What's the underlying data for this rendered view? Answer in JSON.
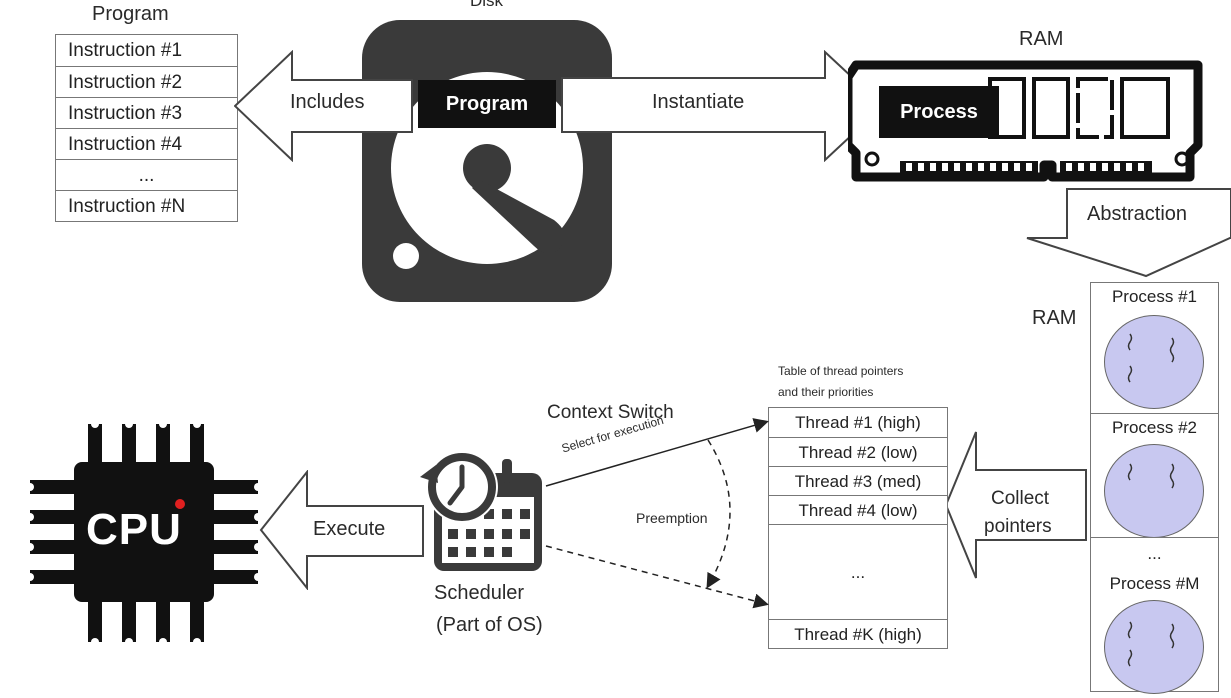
{
  "program_table": {
    "title": "Program",
    "rows": [
      "Instruction #1",
      "Instruction #2",
      "Instruction #3",
      "Instruction #4",
      "...",
      "Instruction #N"
    ]
  },
  "disk": {
    "title": "Disk",
    "program_label": "Program"
  },
  "arrows": {
    "includes": "Includes",
    "instantiate": "Instantiate",
    "abstraction": "Abstraction",
    "collect_line1": "Collect",
    "collect_line2": "pointers",
    "execute": "Execute",
    "context_switch": "Context Switch",
    "select_for_execution": "Select for execution",
    "preemption": "Preemption"
  },
  "ram_top": {
    "title": "RAM",
    "process_label": "Process"
  },
  "ram_side": {
    "title": "RAM"
  },
  "processes": [
    {
      "title": "Process #1"
    },
    {
      "title": "Process #2"
    },
    {
      "title": "..."
    },
    {
      "title": "Process #M"
    }
  ],
  "thread_table": {
    "caption_line1": "Table of thread pointers",
    "caption_line2": "and their priorities",
    "rows": [
      "Thread #1 (high)",
      "Thread #2 (low)",
      "Thread #3 (med)",
      "Thread #4 (low)",
      "...",
      "Thread #K (high)"
    ]
  },
  "scheduler": {
    "line1": "Scheduler",
    "line2": "(Part of OS)"
  },
  "cpu": {
    "label": "CPU"
  },
  "colors": {
    "dark": "#3a3a3a",
    "chip": "#111111",
    "process_fill": "#c8c8f0",
    "dot": "#e02020"
  }
}
